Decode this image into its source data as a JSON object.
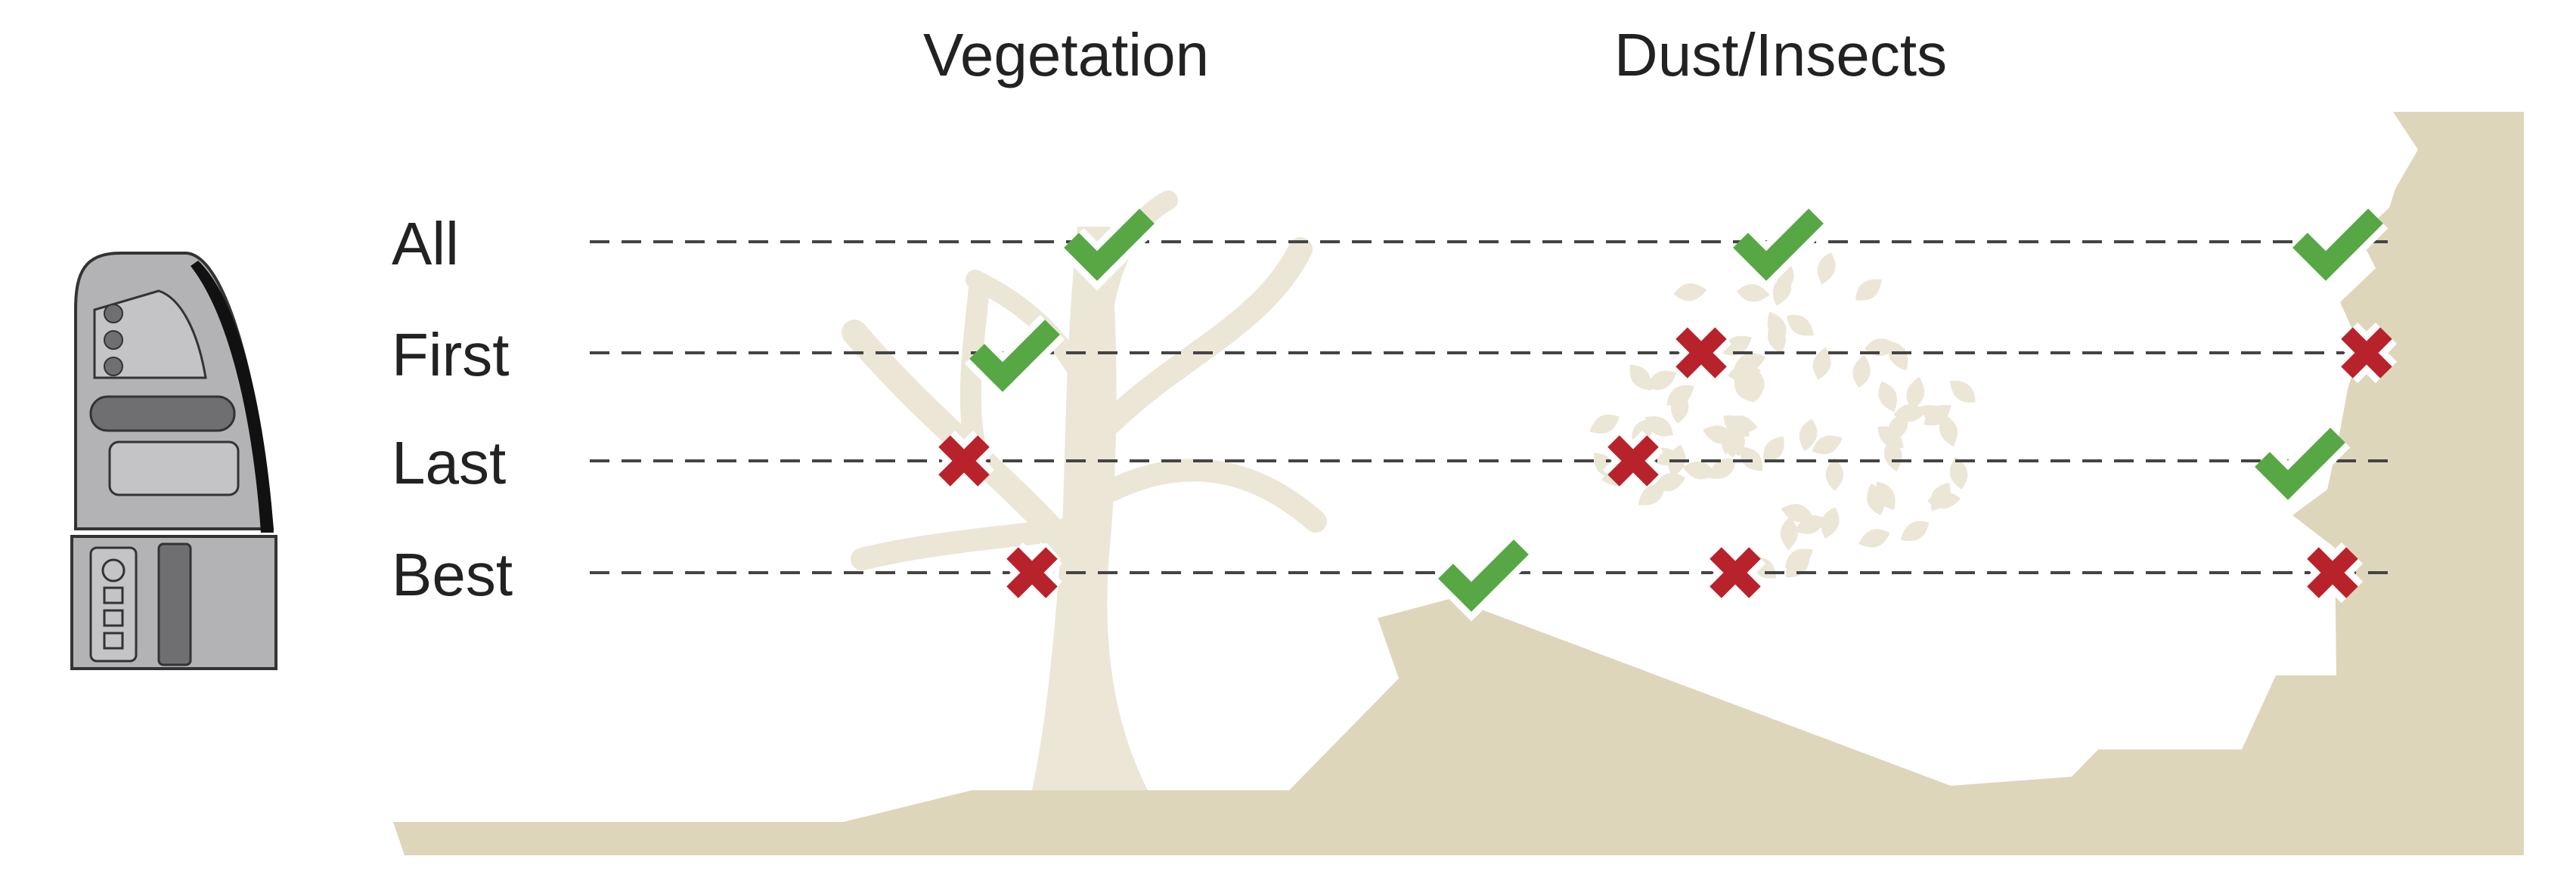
{
  "headers": {
    "vegetation": "Vegetation",
    "dust_insects": "Dust/Insects"
  },
  "rows": [
    {
      "key": "all",
      "label": "All"
    },
    {
      "key": "first",
      "label": "First"
    },
    {
      "key": "last",
      "label": "Last"
    },
    {
      "key": "best",
      "label": "Best"
    }
  ],
  "results": {
    "vegetation": {
      "all": "check",
      "first": "check",
      "last": "cross",
      "best": "cross"
    },
    "dust_insects": {
      "all": "check",
      "first": "cross",
      "last": "cross",
      "best": "cross"
    },
    "terrain": {
      "best": "check"
    },
    "cliff": {
      "all": "check",
      "first": "cross",
      "last": "check",
      "best": "cross"
    }
  },
  "colors": {
    "check": "#57a845",
    "cross": "#b8232b",
    "scenery": "#ded6bb",
    "tree": "#ebe6d6",
    "dashed_line": "#444444",
    "scanner_body": "#b3b2b5",
    "scanner_dark": "#6f6f72"
  },
  "icons": {
    "device": "laser-scanner-icon",
    "pass": "check-icon",
    "fail": "cross-icon"
  }
}
